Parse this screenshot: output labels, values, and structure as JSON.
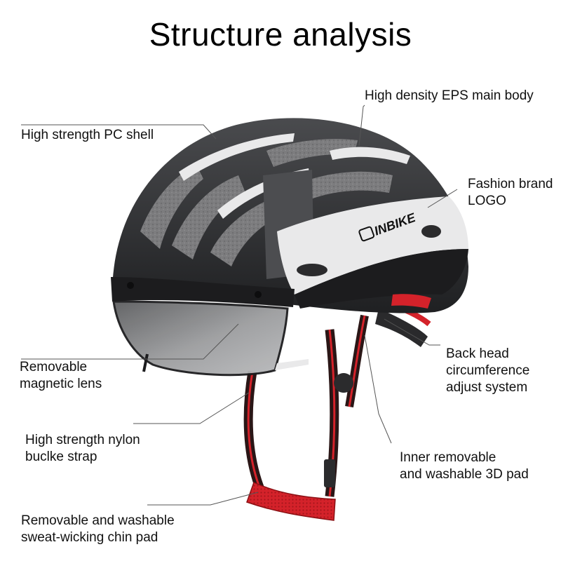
{
  "title": "Structure analysis",
  "brand_logo_text": "INBIKE",
  "labels": {
    "pc_shell": [
      "High strength PC shell"
    ],
    "eps_body": [
      "High density EPS main body"
    ],
    "brand_logo": [
      "Fashion brand",
      "LOGO"
    ],
    "magnetic_lens": [
      "Removable",
      "magnetic lens"
    ],
    "adjust_system": [
      "Back head",
      "circumference",
      "adjust system"
    ],
    "nylon_strap": [
      "High strength nylon",
      "buclke strap"
    ],
    "pad_3d": [
      "Inner removable",
      "and washable 3D pad"
    ],
    "chin_pad": [
      "Removable and washable",
      "sweat-wicking chin pad"
    ]
  },
  "colors": {
    "shell_dark": "#3a3b3d",
    "shell_black": "#1c1c1e",
    "stripe_white": "#e9e9ea",
    "lens_gray": "#8e8f91",
    "strap": "#2a1616",
    "accent_red": "#d4222a",
    "foam": "#7c7c7e",
    "leader": "#555555"
  }
}
